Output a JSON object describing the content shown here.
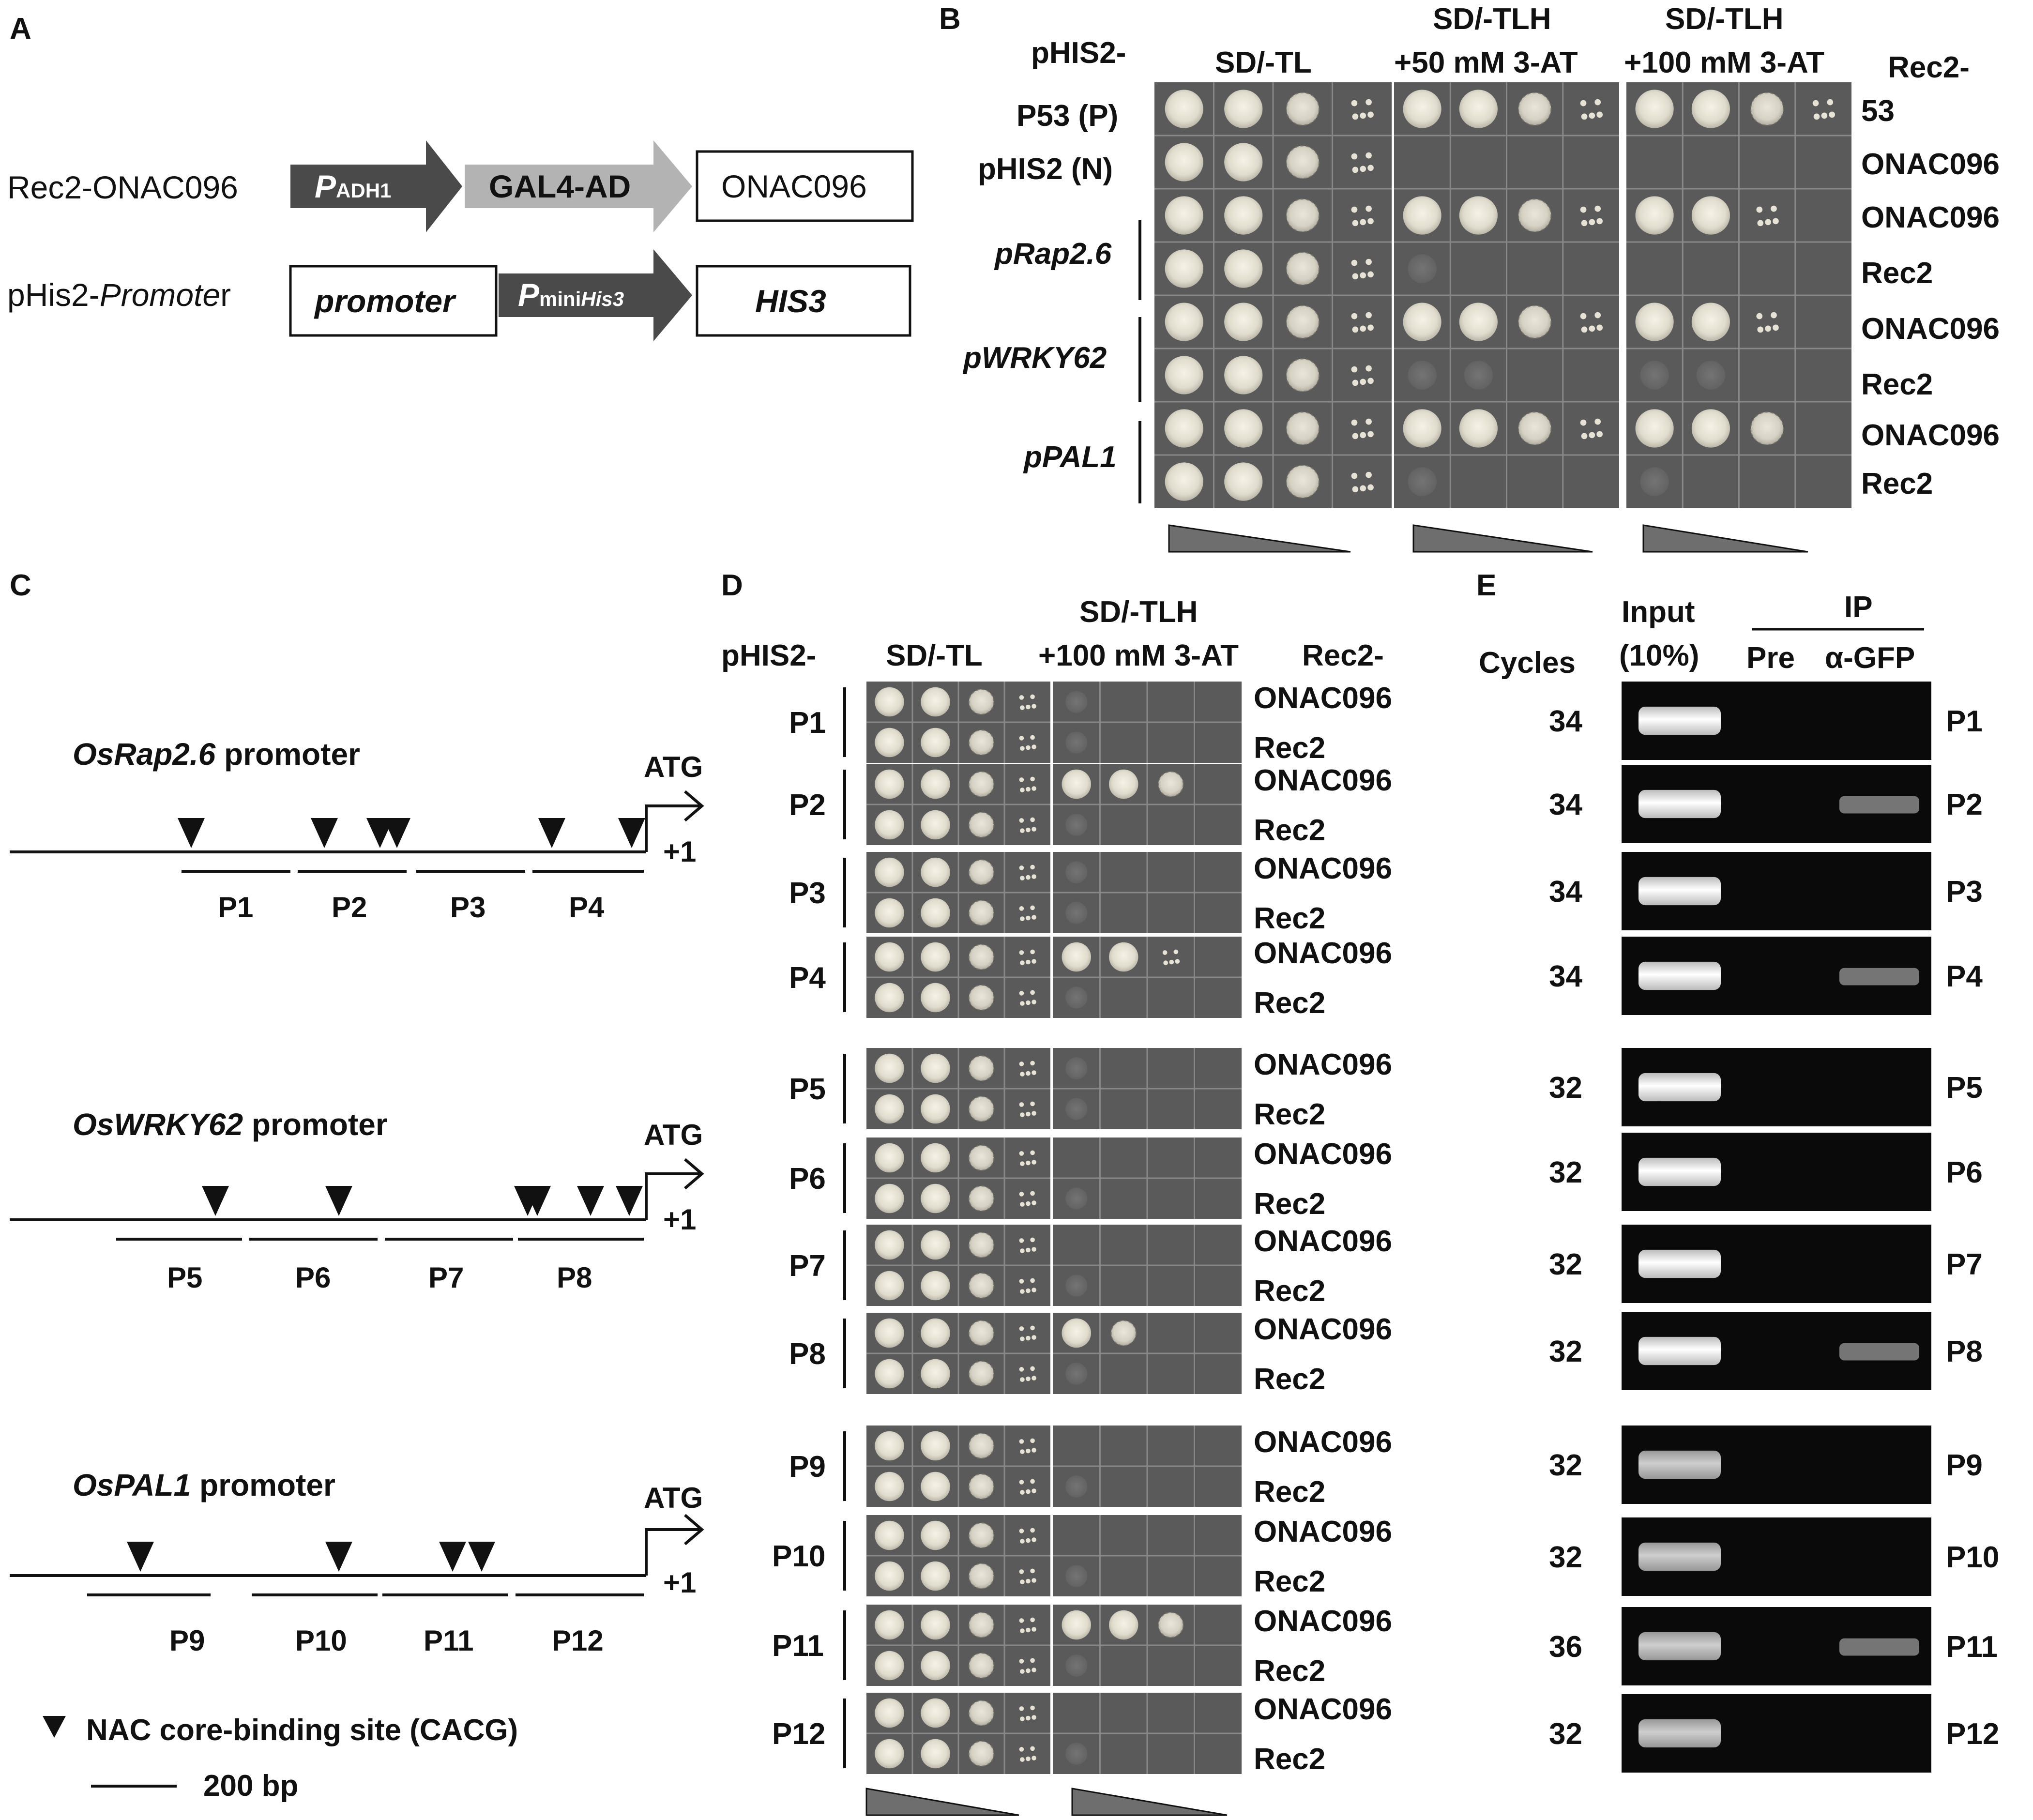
{
  "panels": {
    "a": "A",
    "b": "B",
    "c": "C",
    "d": "D",
    "e": "E"
  },
  "a": {
    "rec2_label": "Rec2-ONAC096",
    "padh1_main": "P",
    "padh1_sub": "ADH1",
    "gal4": "GAL4-AD",
    "onac096": "ONAC096",
    "phis2_label_pre": "pHis2-",
    "phis2_label_it": "Promote",
    "phis2_label_post": "r",
    "promoter": "promoter",
    "pmini_main": "P",
    "pmini_sub": "mini",
    "pmini_sub_it": "His3",
    "his3": "HIS3"
  },
  "b": {
    "phis2": "pHIS2-",
    "col1": "SD/-TL",
    "col2_line1": "SD/-TLH",
    "col2_line2": "+50 mM  3-AT",
    "col3_line1": "SD/-TLH",
    "col3_line2": "+100 mM  3-AT",
    "rec2": "Rec2-",
    "left_labels": [
      "P53 (P)",
      "pHIS2 (N)",
      "pRap2.6",
      "pWRKY62",
      "pPAL1"
    ],
    "right_labels": [
      "53",
      "ONAC096",
      "ONAC096",
      "Rec2",
      "ONAC096",
      "Rec2",
      "ONAC096",
      "Rec2"
    ]
  },
  "c": {
    "promoters": [
      {
        "name_it": "OsRap2.6",
        "name_rest": " promoter",
        "frags": [
          "P1",
          "P2",
          "P3",
          "P4"
        ]
      },
      {
        "name_it": "OsWRKY62",
        "name_rest": " promoter",
        "frags": [
          "P5",
          "P6",
          "P7",
          "P8"
        ]
      },
      {
        "name_it": "OsPAL1",
        "name_rest": " promoter",
        "frags": [
          "P9",
          "P10",
          "P11",
          "P12"
        ]
      }
    ],
    "atg": "ATG",
    "plus1": "+1",
    "legend_site": "NAC core-binding site (CACG)",
    "legend_scale": "200 bp"
  },
  "d": {
    "phis2": "pHIS2-",
    "col1": "SD/-TL",
    "col2_line1": "SD/-TLH",
    "col2_line2": "+100 mM  3-AT",
    "rec2": "Rec2-",
    "rows": [
      "P1",
      "P2",
      "P3",
      "P4",
      "P5",
      "P6",
      "P7",
      "P8",
      "P9",
      "P10",
      "P11",
      "P12"
    ],
    "row_top": "ONAC096",
    "row_bottom": "Rec2"
  },
  "e": {
    "input_line1": "Input",
    "input_line2": "(10%)",
    "ip": "IP",
    "pre": "Pre",
    "agfp": "α-GFP",
    "cycles": "Cycles",
    "rows": [
      {
        "frag": "P1",
        "cycles": "34"
      },
      {
        "frag": "P2",
        "cycles": "34"
      },
      {
        "frag": "P3",
        "cycles": "34"
      },
      {
        "frag": "P4",
        "cycles": "34"
      },
      {
        "frag": "P5",
        "cycles": "32"
      },
      {
        "frag": "P6",
        "cycles": "32"
      },
      {
        "frag": "P7",
        "cycles": "32"
      },
      {
        "frag": "P8",
        "cycles": "32"
      },
      {
        "frag": "P9",
        "cycles": "32"
      },
      {
        "frag": "P10",
        "cycles": "32"
      },
      {
        "frag": "P11",
        "cycles": "36"
      },
      {
        "frag": "P12",
        "cycles": "32"
      }
    ]
  },
  "colors": {
    "dark_arrow": "#4a4a4a",
    "light_arrow": "#b3b3b3",
    "plate": "#5a5a5a",
    "gel": "#0a0a0a",
    "band": "#f4f4f4",
    "wedge": "#6e6e6e"
  }
}
